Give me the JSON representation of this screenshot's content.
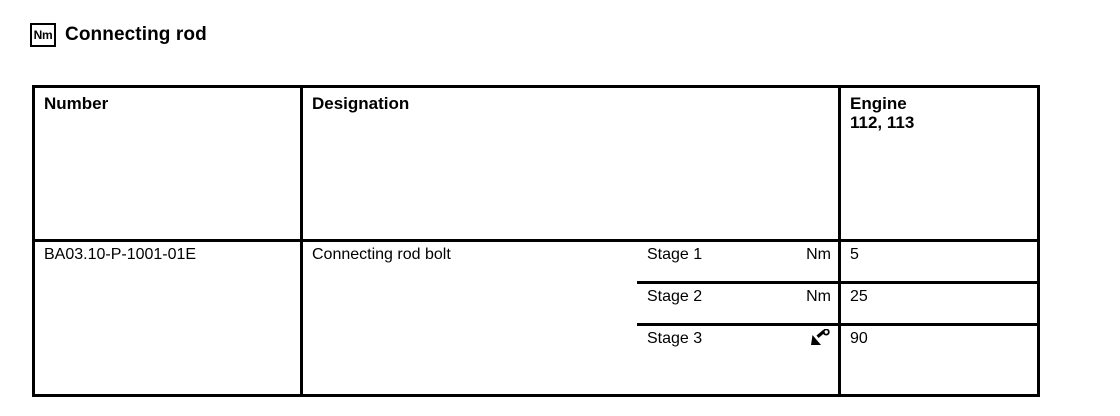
{
  "document": {
    "title_icon": "nm-unit-icon",
    "title_icon_label": "Nm",
    "title": "Connecting rod"
  },
  "table": {
    "columns": [
      {
        "key": "number",
        "header": "Number"
      },
      {
        "key": "designation",
        "header": "Designation"
      },
      {
        "key": "engine",
        "header_line1": "Engine",
        "header_line2": "112, 113"
      }
    ],
    "rows": [
      {
        "number": "BA03.10-P-1001-01E",
        "designation": "Connecting rod bolt",
        "stages": [
          {
            "label": "Stage 1",
            "unit": "Nm",
            "unit_icon": null,
            "value": "5"
          },
          {
            "label": "Stage 2",
            "unit": "Nm",
            "unit_icon": null,
            "value": "25"
          },
          {
            "label": "Stage 3",
            "unit": "",
            "unit_icon": "torque-angle-degrees-icon",
            "value": "90"
          }
        ]
      }
    ]
  },
  "colors": {
    "ink": "#000000",
    "paper": "#ffffff"
  }
}
